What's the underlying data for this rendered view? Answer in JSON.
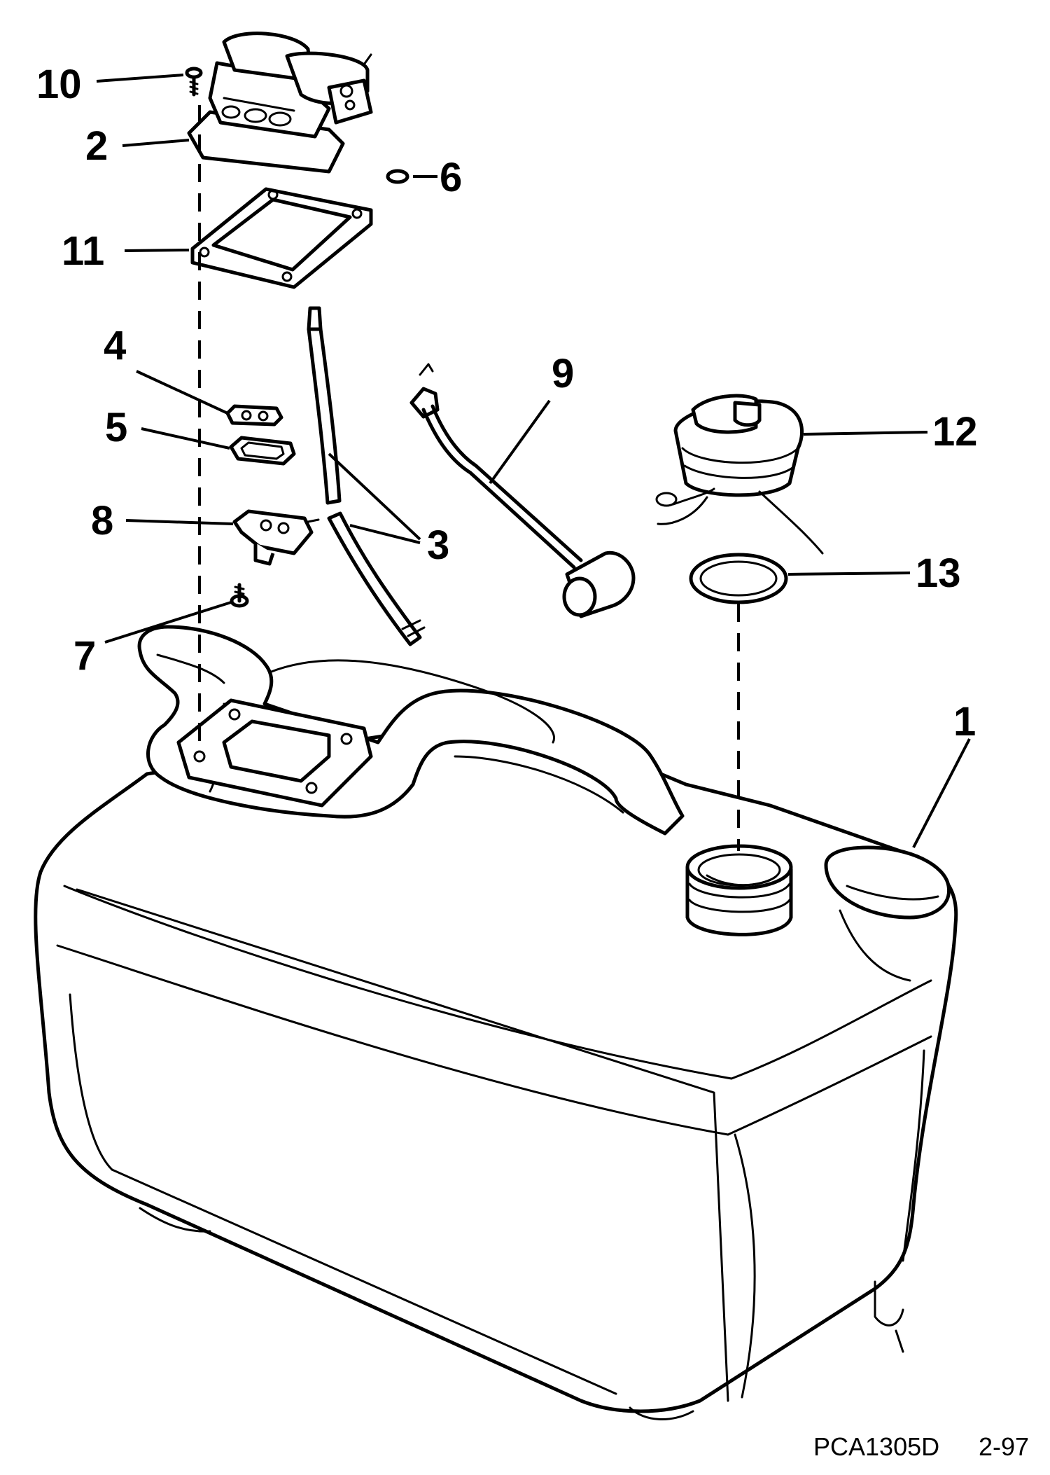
{
  "callouts": [
    {
      "id": "1",
      "label": "1"
    },
    {
      "id": "2",
      "label": "2"
    },
    {
      "id": "3",
      "label": "3"
    },
    {
      "id": "4",
      "label": "4"
    },
    {
      "id": "5",
      "label": "5"
    },
    {
      "id": "6",
      "label": "6"
    },
    {
      "id": "7",
      "label": "7"
    },
    {
      "id": "8",
      "label": "8"
    },
    {
      "id": "9",
      "label": "9"
    },
    {
      "id": "10",
      "label": "10"
    },
    {
      "id": "11",
      "label": "11"
    },
    {
      "id": "12",
      "label": "12"
    },
    {
      "id": "13",
      "label": "13"
    }
  ],
  "footer": {
    "code": "PCA1305D",
    "date": "2-97"
  }
}
